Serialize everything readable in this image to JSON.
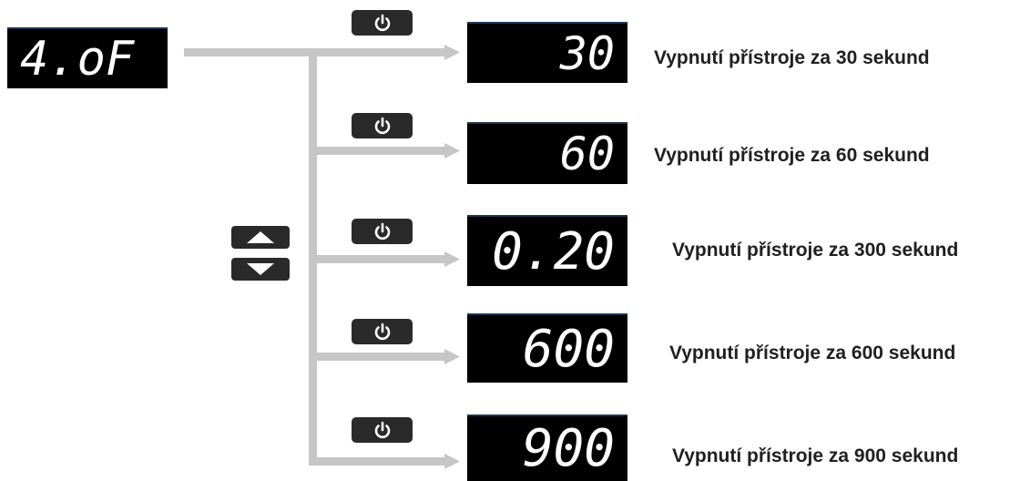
{
  "main_display": {
    "value": "4.oF"
  },
  "colors": {
    "connector": "#c6c6c6",
    "button": "#2a2a2a",
    "display_bg": "#000000",
    "segment": "#ffffff"
  },
  "icons": {
    "confirm": "power-icon",
    "navigate_up": "arrow-up-icon",
    "navigate_down": "arrow-down-icon"
  },
  "options": [
    {
      "display": "30",
      "description": "Vypnutí přístroje za 30 sekund"
    },
    {
      "display": "60",
      "description": "Vypnutí přístroje za 60 sekund"
    },
    {
      "display": "0.20",
      "description": "Vypnutí přístroje za 300 sekund"
    },
    {
      "display": "600",
      "description": "Vypnutí přístroje za 600 sekund"
    },
    {
      "display": "900",
      "description": "Vypnutí přístroje za 900 sekund"
    }
  ]
}
